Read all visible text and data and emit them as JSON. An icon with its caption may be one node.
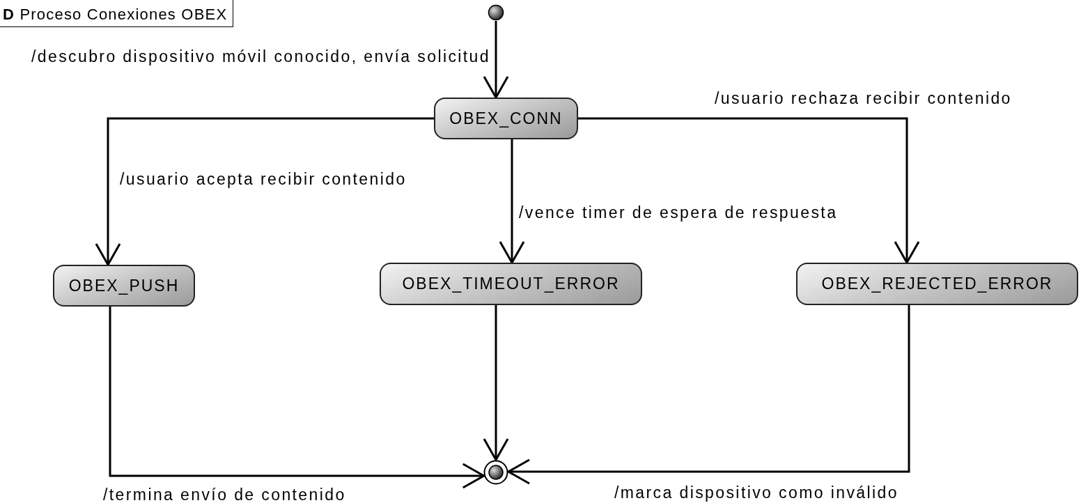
{
  "diagram": {
    "title": "**D** Proceso Conexiones OBEX",
    "nodes": [
      {
        "text": [],
        "shape": "circle"
      },
      {
        "text": [
          "OBEX_CONN"
        ]
      },
      {
        "text": [
          "OBEX_PUSH"
        ]
      },
      {
        "text": [
          "OBEX_TIMEOUT_ERROR"
        ]
      },
      {
        "text": [
          "OBEX_REJECTED_ERROR"
        ]
      },
      {
        "text": [],
        "shape": "circle"
      }
    ],
    "edges": [
      {
        "from": 0,
        "to": 1,
        "arrow": "to",
        "label": "/descubro dispositivo móvil conocido, envía solicitud"
      },
      {
        "from": 1,
        "to": 2,
        "arrow": "to",
        "label": "/usuario acepta recibir contenido"
      },
      {
        "from": 1,
        "to": 3,
        "arrow": "to",
        "label": "/vence timer de espera de respuesta"
      },
      {
        "from": 1,
        "to": 4,
        "arrow": "to",
        "label": "/usuario rechaza recibir contenido"
      },
      {
        "from": 2,
        "to": 5,
        "arrow": "to",
        "label": "/termina envío de contenido"
      },
      {
        "from": 3,
        "to": 5,
        "arrow": "to"
      },
      {
        "from": 4,
        "to": 5,
        "arrow": "to",
        "label": "/marca dispositivo como inválido"
      }
    ]
  }
}
